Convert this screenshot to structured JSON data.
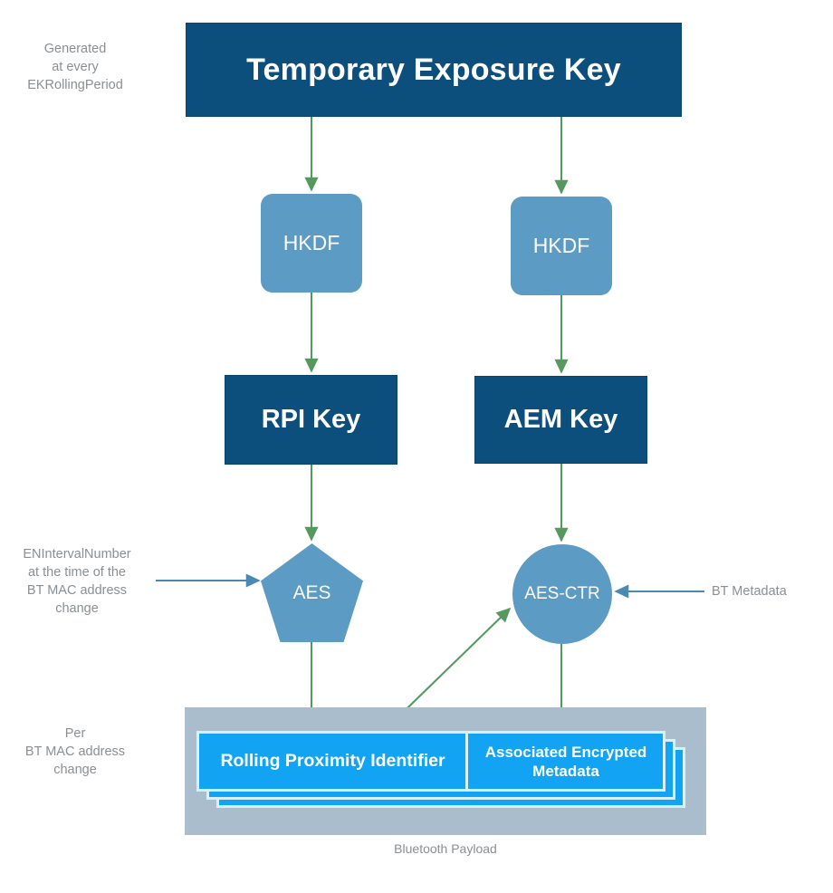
{
  "diagram": {
    "title": "Exposure Notification key derivation and Bluetooth payload",
    "colors": {
      "navy": "#0c4e7c",
      "mid_blue": "#5b9bc4",
      "bright_blue": "#12a4f2",
      "panel_gray": "#a9bdcd",
      "arrow_green": "#55995f",
      "arrow_blue": "#4a89b4",
      "note_gray": "#8a8f94",
      "card_border": "#d8f0fd",
      "background": "#ffffff"
    },
    "nodes": {
      "tek": "Temporary\nExposure Key",
      "hkdf_left": "HKDF",
      "hkdf_right": "HKDF",
      "rpi_key": "RPI Key",
      "aem_key": "AEM Key",
      "aes": "AES",
      "aes_ctr": "AES-CTR"
    },
    "notes": {
      "generated": "Generated\nat every\nEKRollingPeriod",
      "interval_number": "ENIntervalNumber\nat the time of the\nBT MAC address\nchange",
      "per_mac_change": "Per\nBT MAC address\nchange",
      "bt_metadata": "BT Metadata"
    },
    "payload": {
      "caption": "Bluetooth Payload",
      "fields": [
        {
          "id": "rpi",
          "label": "Rolling Proximity Identifier"
        },
        {
          "id": "aem",
          "label": "Associated Encrypted Metadata"
        }
      ],
      "stack_count": 3
    },
    "edges": [
      {
        "from": "tek",
        "to": "hkdf_left",
        "style": "green-arrow"
      },
      {
        "from": "tek",
        "to": "hkdf_right",
        "style": "green-arrow"
      },
      {
        "from": "hkdf_left",
        "to": "rpi_key",
        "style": "green-arrow"
      },
      {
        "from": "hkdf_right",
        "to": "aem_key",
        "style": "green-arrow"
      },
      {
        "from": "rpi_key",
        "to": "aes",
        "style": "green-arrow"
      },
      {
        "from": "aem_key",
        "to": "aes_ctr",
        "style": "green-arrow"
      },
      {
        "from": "aes",
        "to": "payload_rpi",
        "style": "green-arrow"
      },
      {
        "from": "aes_ctr",
        "to": "payload_aem",
        "style": "green-arrow"
      },
      {
        "from": "payload_rpi",
        "to": "aes_ctr",
        "style": "green-arrow-diagonal"
      },
      {
        "from": "interval_number_note",
        "to": "aes",
        "style": "blue-arrow"
      },
      {
        "from": "bt_metadata_note",
        "to": "aes_ctr",
        "style": "blue-arrow"
      }
    ]
  }
}
